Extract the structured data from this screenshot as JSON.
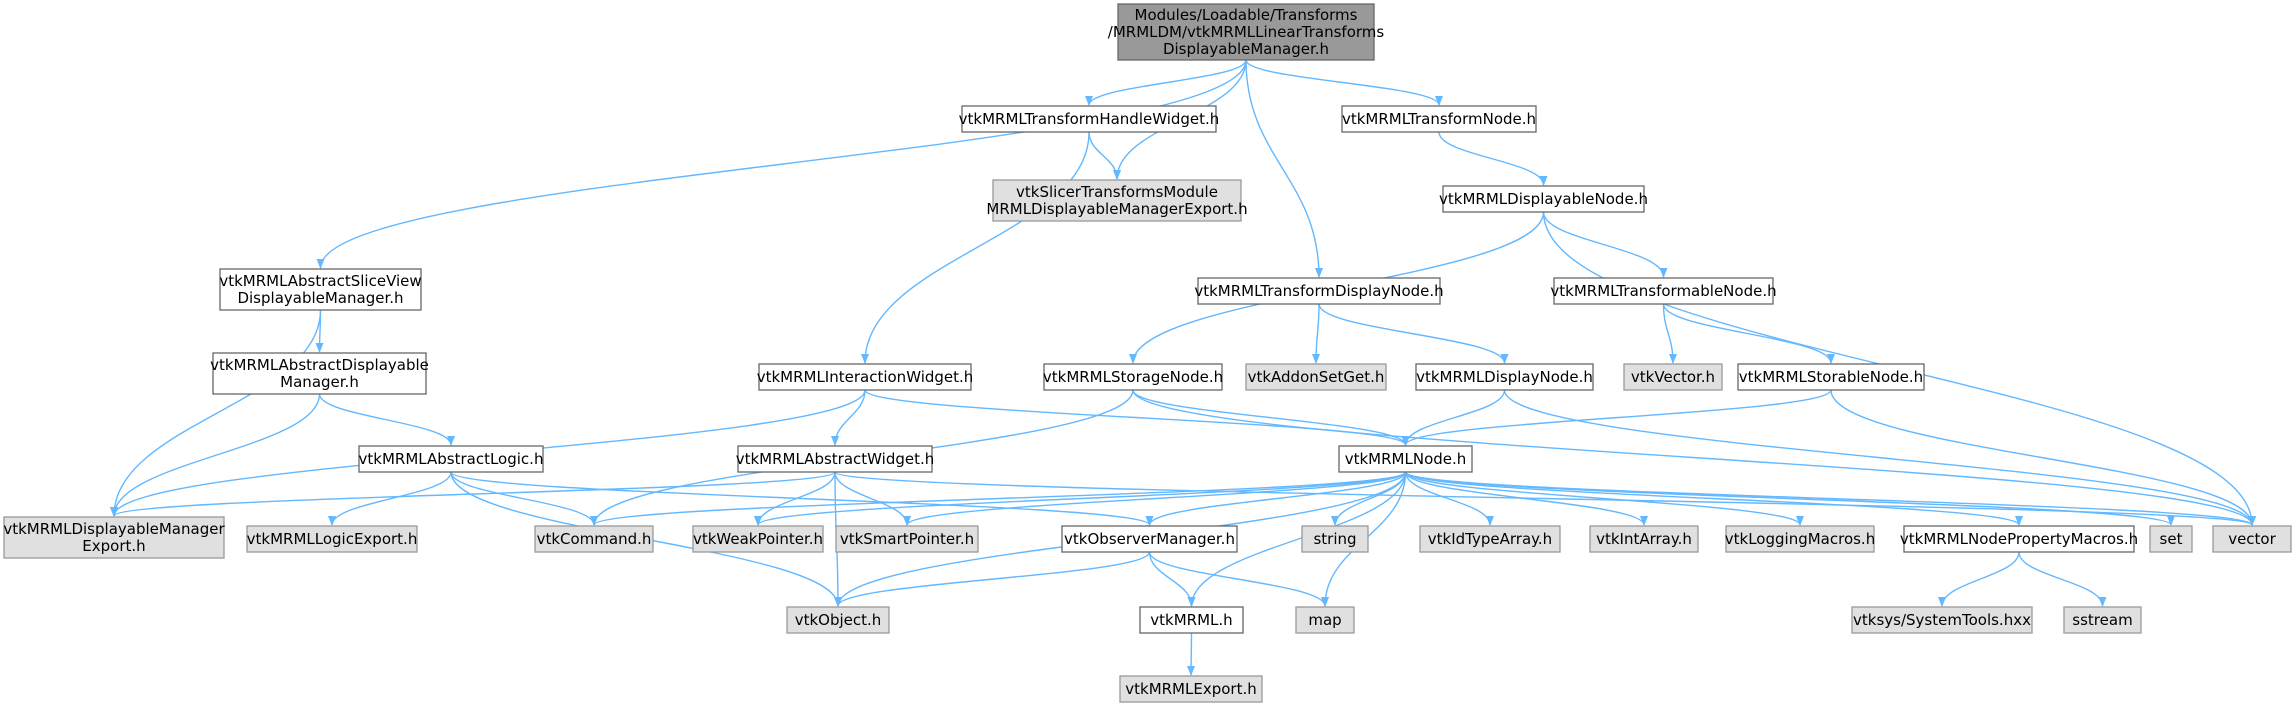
{
  "graph": {
    "colors": {
      "edge": "#63b8ff",
      "root_fill": "#999999",
      "root_stroke": "#666666",
      "node_fill": "#ffffff",
      "node_stroke": "#666666",
      "external_fill": "#e0e0e0",
      "external_stroke": "#999999",
      "text": "#000000"
    },
    "nodes": [
      {
        "id": "root",
        "kind": "root",
        "lines": [
          "Modules/Loadable/Transforms",
          "/MRMLDM/vtkMRMLLinearTransforms",
          "DisplayableManager.h"
        ]
      },
      {
        "id": "handlewidget",
        "kind": "normal",
        "lines": [
          "vtkMRMLTransformHandleWidget.h"
        ]
      },
      {
        "id": "transformnode",
        "kind": "normal",
        "lines": [
          "vtkMRMLTransformNode.h"
        ]
      },
      {
        "id": "slicerexport",
        "kind": "external",
        "lines": [
          "vtkSlicerTransformsModule",
          "MRMLDisplayableManagerExport.h"
        ]
      },
      {
        "id": "displayablenode",
        "kind": "normal",
        "lines": [
          "vtkMRMLDisplayableNode.h"
        ]
      },
      {
        "id": "abstractsliceview",
        "kind": "normal",
        "lines": [
          "vtkMRMLAbstractSliceView",
          "DisplayableManager.h"
        ]
      },
      {
        "id": "transformdisplaynode",
        "kind": "normal",
        "lines": [
          "vtkMRMLTransformDisplayNode.h"
        ]
      },
      {
        "id": "transformablenode",
        "kind": "normal",
        "lines": [
          "vtkMRMLTransformableNode.h"
        ]
      },
      {
        "id": "abstractdisplayable",
        "kind": "normal",
        "lines": [
          "vtkMRMLAbstractDisplayable",
          "Manager.h"
        ]
      },
      {
        "id": "interactionwidget",
        "kind": "normal",
        "lines": [
          "vtkMRMLInteractionWidget.h"
        ]
      },
      {
        "id": "storagenode",
        "kind": "normal",
        "lines": [
          "vtkMRMLStorageNode.h"
        ]
      },
      {
        "id": "addonset",
        "kind": "external",
        "lines": [
          "vtkAddonSetGet.h"
        ]
      },
      {
        "id": "displaynode",
        "kind": "normal",
        "lines": [
          "vtkMRMLDisplayNode.h"
        ]
      },
      {
        "id": "vtkvector",
        "kind": "external",
        "lines": [
          "vtkVector.h"
        ]
      },
      {
        "id": "storablenode",
        "kind": "normal",
        "lines": [
          "vtkMRMLStorableNode.h"
        ]
      },
      {
        "id": "abstractlogic",
        "kind": "normal",
        "lines": [
          "vtkMRMLAbstractLogic.h"
        ]
      },
      {
        "id": "abstractwidget",
        "kind": "normal",
        "lines": [
          "vtkMRMLAbstractWidget.h"
        ]
      },
      {
        "id": "mrmlnode",
        "kind": "normal",
        "lines": [
          "vtkMRMLNode.h"
        ]
      },
      {
        "id": "dmexport",
        "kind": "external",
        "lines": [
          "vtkMRMLDisplayableManager",
          "Export.h"
        ]
      },
      {
        "id": "logicexport",
        "kind": "external",
        "lines": [
          "vtkMRMLLogicExport.h"
        ]
      },
      {
        "id": "vtkcommand",
        "kind": "external",
        "lines": [
          "vtkCommand.h"
        ]
      },
      {
        "id": "weakpointer",
        "kind": "external",
        "lines": [
          "vtkWeakPointer.h"
        ]
      },
      {
        "id": "smartpointer",
        "kind": "external",
        "lines": [
          "vtkSmartPointer.h"
        ]
      },
      {
        "id": "observermanager",
        "kind": "normal",
        "lines": [
          "vtkObserverManager.h"
        ]
      },
      {
        "id": "string",
        "kind": "external",
        "lines": [
          "string"
        ]
      },
      {
        "id": "idtypearray",
        "kind": "external",
        "lines": [
          "vtkIdTypeArray.h"
        ]
      },
      {
        "id": "intarray",
        "kind": "external",
        "lines": [
          "vtkIntArray.h"
        ]
      },
      {
        "id": "loggingmacros",
        "kind": "external",
        "lines": [
          "vtkLoggingMacros.h"
        ]
      },
      {
        "id": "propertymacros",
        "kind": "normal",
        "lines": [
          "vtkMRMLNodePropertyMacros.h"
        ]
      },
      {
        "id": "set",
        "kind": "external",
        "lines": [
          "set"
        ]
      },
      {
        "id": "vector",
        "kind": "external",
        "lines": [
          "vector"
        ]
      },
      {
        "id": "vtkobject",
        "kind": "external",
        "lines": [
          "vtkObject.h"
        ]
      },
      {
        "id": "vtkmrml",
        "kind": "normal",
        "lines": [
          "vtkMRML.h"
        ]
      },
      {
        "id": "map",
        "kind": "external",
        "lines": [
          "map"
        ]
      },
      {
        "id": "systemtools",
        "kind": "external",
        "lines": [
          "vtksys/SystemTools.hxx"
        ]
      },
      {
        "id": "sstream",
        "kind": "external",
        "lines": [
          "sstream"
        ]
      },
      {
        "id": "mrmlexport",
        "kind": "external",
        "lines": [
          "vtkMRMLExport.h"
        ]
      }
    ],
    "edges": [
      [
        "root",
        "handlewidget"
      ],
      [
        "root",
        "transformnode"
      ],
      [
        "root",
        "slicerexport"
      ],
      [
        "root",
        "abstractsliceview"
      ],
      [
        "root",
        "transformdisplaynode"
      ],
      [
        "handlewidget",
        "slicerexport"
      ],
      [
        "handlewidget",
        "interactionwidget"
      ],
      [
        "transformnode",
        "displayablenode"
      ],
      [
        "displayablenode",
        "storagenode"
      ],
      [
        "displayablenode",
        "transformablenode"
      ],
      [
        "displayablenode",
        "vector"
      ],
      [
        "abstractsliceview",
        "abstractdisplayable"
      ],
      [
        "abstractsliceview",
        "dmexport"
      ],
      [
        "transformdisplaynode",
        "addonset"
      ],
      [
        "transformdisplaynode",
        "displaynode"
      ],
      [
        "transformablenode",
        "vtkvector"
      ],
      [
        "transformablenode",
        "storablenode"
      ],
      [
        "abstractdisplayable",
        "abstractlogic"
      ],
      [
        "abstractdisplayable",
        "dmexport"
      ],
      [
        "interactionwidget",
        "abstractwidget"
      ],
      [
        "interactionwidget",
        "mrmlnode"
      ],
      [
        "interactionwidget",
        "dmexport"
      ],
      [
        "storagenode",
        "mrmlnode"
      ],
      [
        "storagenode",
        "vtkcommand"
      ],
      [
        "storagenode",
        "vector"
      ],
      [
        "displaynode",
        "mrmlnode"
      ],
      [
        "displaynode",
        "vector"
      ],
      [
        "storablenode",
        "mrmlnode"
      ],
      [
        "storablenode",
        "vector"
      ],
      [
        "abstractlogic",
        "logicexport"
      ],
      [
        "abstractlogic",
        "vtkcommand"
      ],
      [
        "abstractlogic",
        "observermanager"
      ],
      [
        "abstractlogic",
        "vtkobject"
      ],
      [
        "abstractwidget",
        "dmexport"
      ],
      [
        "abstractwidget",
        "weakpointer"
      ],
      [
        "abstractwidget",
        "smartpointer"
      ],
      [
        "abstractwidget",
        "vtkobject"
      ],
      [
        "abstractwidget",
        "vector"
      ],
      [
        "mrmlnode",
        "vtkcommand"
      ],
      [
        "mrmlnode",
        "weakpointer"
      ],
      [
        "mrmlnode",
        "smartpointer"
      ],
      [
        "mrmlnode",
        "observermanager"
      ],
      [
        "mrmlnode",
        "string"
      ],
      [
        "mrmlnode",
        "idtypearray"
      ],
      [
        "mrmlnode",
        "intarray"
      ],
      [
        "mrmlnode",
        "loggingmacros"
      ],
      [
        "mrmlnode",
        "propertymacros"
      ],
      [
        "mrmlnode",
        "set"
      ],
      [
        "mrmlnode",
        "vector"
      ],
      [
        "mrmlnode",
        "vtkobject"
      ],
      [
        "mrmlnode",
        "vtkmrml"
      ],
      [
        "mrmlnode",
        "map"
      ],
      [
        "observermanager",
        "vtkobject"
      ],
      [
        "observermanager",
        "vtkmrml"
      ],
      [
        "observermanager",
        "map"
      ],
      [
        "vtkmrml",
        "mrmlexport"
      ],
      [
        "propertymacros",
        "systemtools"
      ],
      [
        "propertymacros",
        "sstream"
      ]
    ]
  }
}
